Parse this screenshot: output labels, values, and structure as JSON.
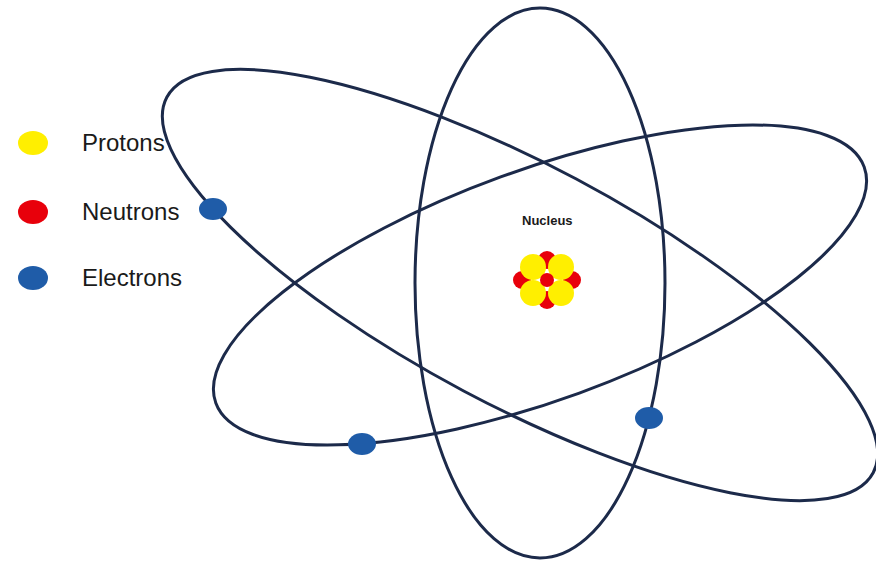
{
  "diagram": {
    "labels": [
      "Nucleus"
    ],
    "legend": [
      {
        "text": "Protons",
        "color": "#ffef00"
      },
      {
        "text": "Neutrons",
        "color": "#e8000b"
      },
      {
        "text": "Electrons",
        "color": "#1f5ca8"
      }
    ]
  }
}
